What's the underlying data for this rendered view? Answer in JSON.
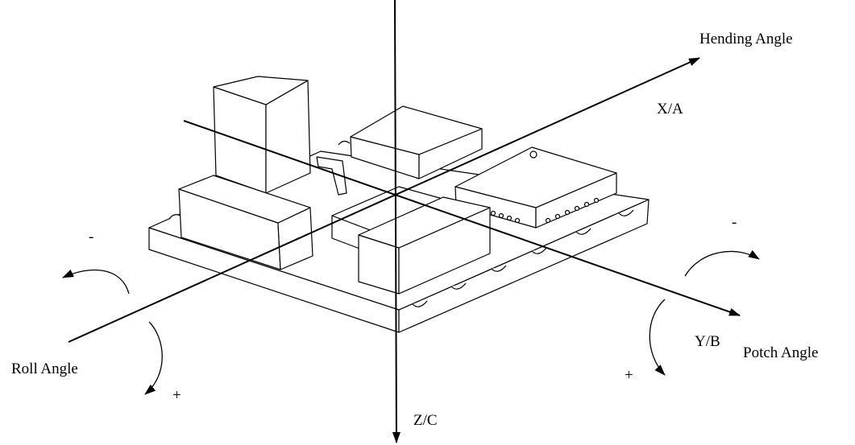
{
  "labels": {
    "x_axis": "X/A",
    "y_axis": "Y/B",
    "z_axis": "Z/C",
    "heading": "Hending Angle",
    "roll": "Roll Angle",
    "pitch": "Potch Angle",
    "roll_minus": "-",
    "roll_plus": "+",
    "pitch_minus": "-",
    "pitch_plus": "+"
  },
  "colors": {
    "line": "#000000",
    "background": "#ffffff"
  }
}
